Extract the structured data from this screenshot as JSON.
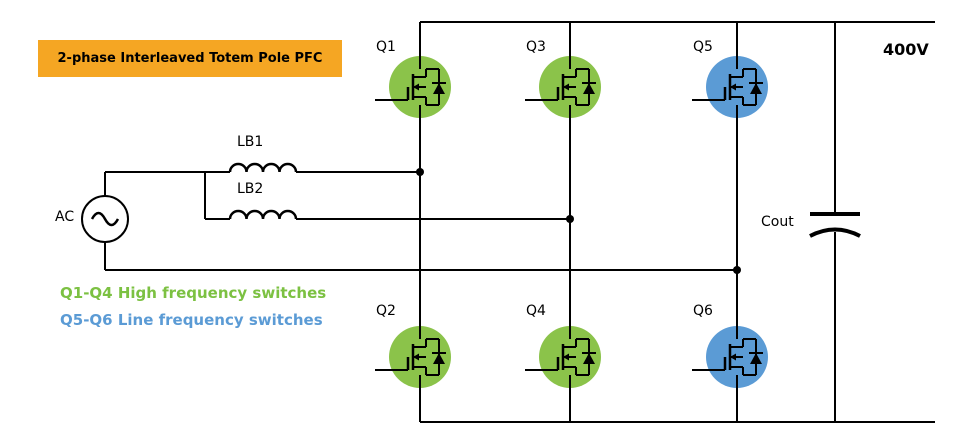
{
  "title": "2-phase Interleaved Totem Pole PFC",
  "output_voltage": "400V",
  "ac_source": "AC",
  "capacitor": "Cout",
  "inductors": [
    "LB1",
    "LB2"
  ],
  "switches": [
    {
      "label": "Q1",
      "type": "high-frequency"
    },
    {
      "label": "Q2",
      "type": "high-frequency"
    },
    {
      "label": "Q3",
      "type": "high-frequency"
    },
    {
      "label": "Q4",
      "type": "high-frequency"
    },
    {
      "label": "Q5",
      "type": "line-frequency"
    },
    {
      "label": "Q6",
      "type": "line-frequency"
    }
  ],
  "legend": {
    "high_frequency": "Q1-Q4 High frequency switches",
    "line_frequency": "Q5-Q6 Line frequency switches"
  },
  "colors": {
    "high_frequency": "#8bc34a",
    "line_frequency": "#5b9bd5",
    "title_box": "#f5a623",
    "wire": "#000000"
  }
}
